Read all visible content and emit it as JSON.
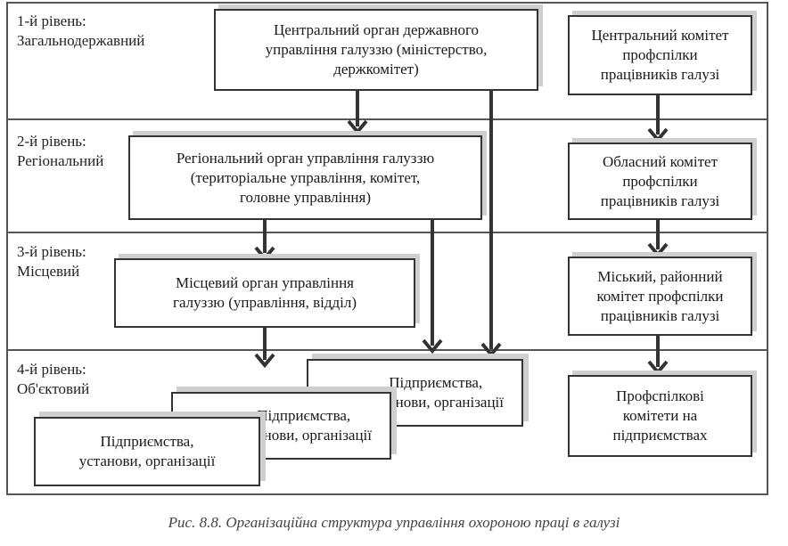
{
  "levels": [
    {
      "title": "1-й рівень:",
      "name": "Загальнодержавний"
    },
    {
      "title": "2-й рівень:",
      "name": "Регіональний"
    },
    {
      "title": "3-й рівень:",
      "name": "Місцевий"
    },
    {
      "title": "4-й рівень:",
      "name": "Об'єктовий"
    }
  ],
  "boxes": {
    "central_organ": [
      "Центральний орган державного",
      "управління галуззю (міністерство,",
      "держкомітет)"
    ],
    "regional_organ": [
      "Регіональний орган управління галуззю",
      "(територіальне управління, комітет,",
      "головне управління)"
    ],
    "local_organ": [
      "Місцевий орган управління",
      "галуззю (управління, відділ)"
    ],
    "enterprise_back": [
      "Підприємства,",
      "установи, організації"
    ],
    "enterprise_mid": [
      "Підприємства,",
      "установи, організації"
    ],
    "enterprise_front": [
      "Підприємства,",
      "установи, організації"
    ],
    "central_committee": [
      "Центральний комітет",
      "профспілки",
      "працівників галузі"
    ],
    "oblast_committee": [
      "Обласний комітет",
      "профспілки",
      "працівників галузі"
    ],
    "city_committee": [
      "Міський, районний",
      "комітет профспілки",
      "працівників галузі"
    ],
    "trade_union_committees": [
      "Профспілкові",
      "комітети на",
      "підприємствах"
    ]
  },
  "caption": "Рис. 8.8. Організаційна структура управління охороною праці в галузі",
  "colors": {
    "line": "#333333",
    "shadow": "#cfcfcf",
    "band": "#555555"
  }
}
